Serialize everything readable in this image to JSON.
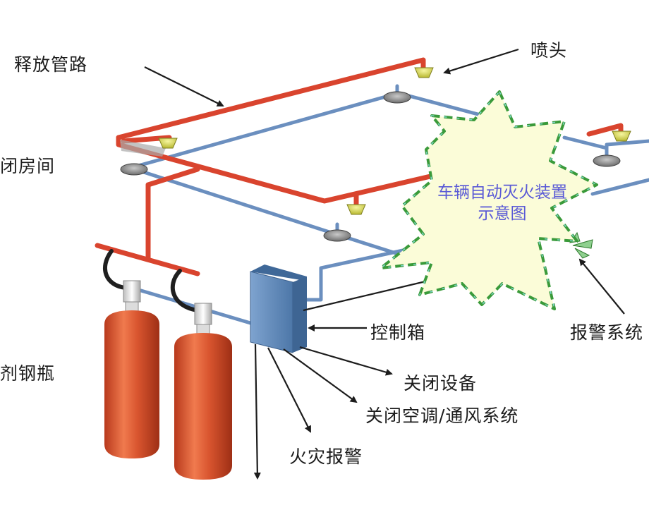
{
  "labels": {
    "release_pipe": "释放管路",
    "nozzle": "喷头",
    "closed_room": "闭房间",
    "cylinder": "剂钢瓶",
    "control_box": "控制箱",
    "alarm_system": "报警系统",
    "shutdown_equipment": "关闭设备",
    "shutdown_hvac": "关闭空调/通风系统",
    "fire_alarm": "火灾报警"
  },
  "burst": {
    "line1": "车辆自动灭火装置",
    "line2": "示意图"
  },
  "colors": {
    "pipe_red": "#d9442e",
    "pipe_blue": "#6b8fbf",
    "cylinder_red": "#d9552f",
    "box_blue": "#5c86b8",
    "nozzle_yellow": "#d9d94a",
    "burst_fill": "#fbfcd8",
    "burst_outline": "#3a9a3a",
    "burst_text": "#5a5ad6"
  }
}
